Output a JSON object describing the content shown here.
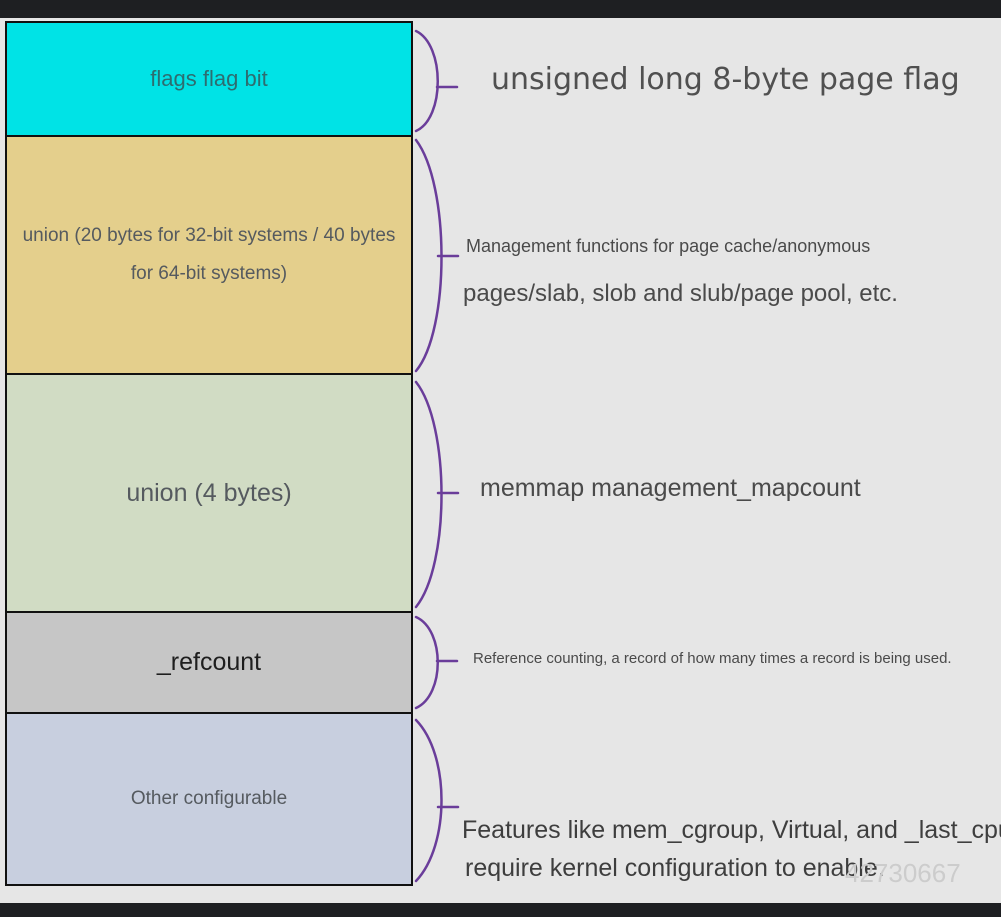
{
  "blocks": [
    {
      "label": "flags flag bit"
    },
    {
      "label": "union (20 bytes for 32-bit systems / 40 bytes for 64-bit systems)"
    },
    {
      "label": "union (4 bytes)"
    },
    {
      "label": "_refcount"
    },
    {
      "label": "Other configurable"
    }
  ],
  "descriptions": {
    "flags": "unsigned long 8-byte page flag",
    "union_large_line1": "Management functions for page cache/anonymous",
    "union_large_line2": "pages/slab, slob and slub/page pool, etc.",
    "union_small": "memmap management_mapcount",
    "refcount": "Reference counting, a record of how many times a record is being used.",
    "other_line1": "Features like mem_cgroup, Virtual, and _last_cpupid",
    "other_line2": "require kernel configuration to enable."
  },
  "watermark": "42730667",
  "colors": {
    "flags": "#00e3e6",
    "union_large": "#e4cf8c",
    "union_small": "#d1dcc4",
    "refcount": "#c6c6c6",
    "other": "#c8cfdf",
    "brace": "#6a3d9a"
  }
}
